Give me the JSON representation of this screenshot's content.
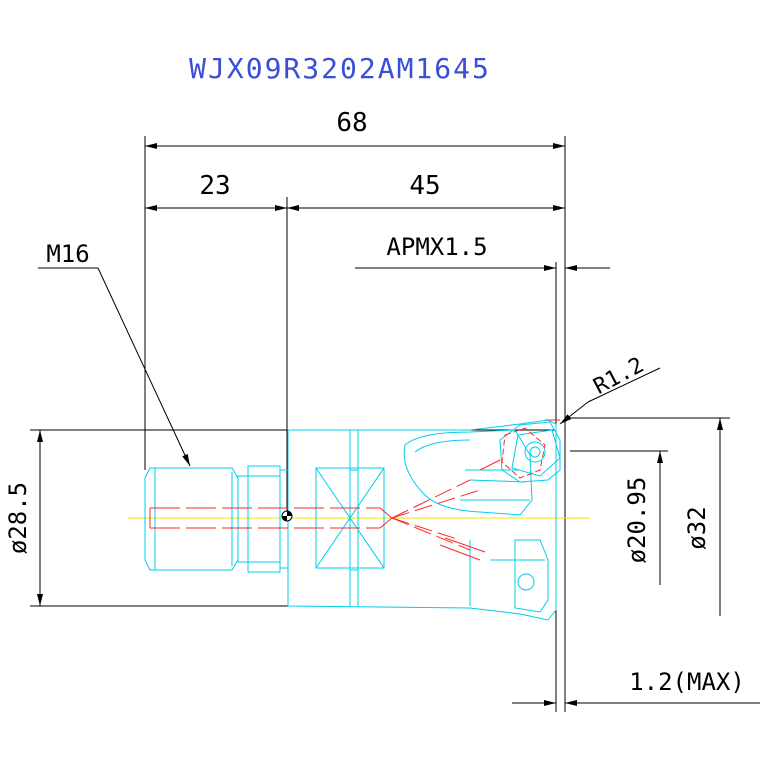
{
  "title": "WJX09R3202AM1645",
  "colors": {
    "title": "#3a4fd8",
    "outline": "#00cfe8",
    "hidden": "#ff2a2a",
    "centerline": "#f2e600",
    "dimension": "#000000"
  },
  "dimensions": {
    "overall_length": "68",
    "shank_length": "23",
    "head_length": "45",
    "apmx": "APMX1.5",
    "thread": "M16",
    "corner_radius": "R1.2",
    "neck_diameter": "ø28.5",
    "body_diameter": "ø20.95",
    "cutting_diameter": "ø32",
    "max_offset": "1.2(MAX)"
  }
}
